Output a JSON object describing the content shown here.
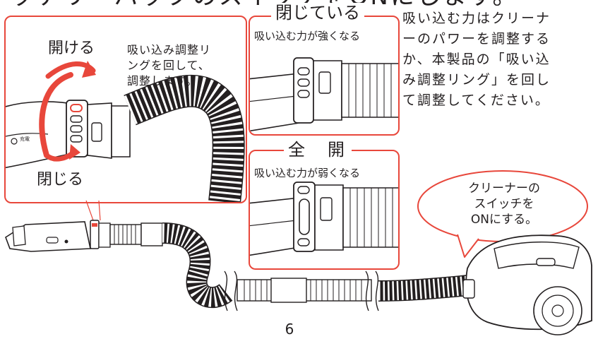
{
  "header": {
    "fragment": "ッテリーパックのスイッチをONにします。"
  },
  "left_panel": {
    "open_label": "開ける",
    "close_label": "閉じる",
    "note_lines": [
      "吸い込み調整リ",
      "ングを回して、",
      "調整します。"
    ],
    "handle_mark": "充電"
  },
  "panel_closed": {
    "title": "閉じている",
    "subtitle": "吸い込む力が強くなる"
  },
  "panel_open": {
    "title": "全　開",
    "subtitle": "吸い込む力が弱くなる"
  },
  "description_lines": [
    "吸い込む力はクリーナ",
    "ーのパワーを調整する",
    "か、本製品の「吸い込",
    "み調整リング」を回し",
    "て調整してください。"
  ],
  "bubble_lines": [
    "クリーナーの",
    "スイッチを",
    "ONにする。"
  ],
  "page_number": "6",
  "colors": {
    "accent": "#e8473b",
    "ink": "#231f20",
    "background": "#ffffff"
  }
}
